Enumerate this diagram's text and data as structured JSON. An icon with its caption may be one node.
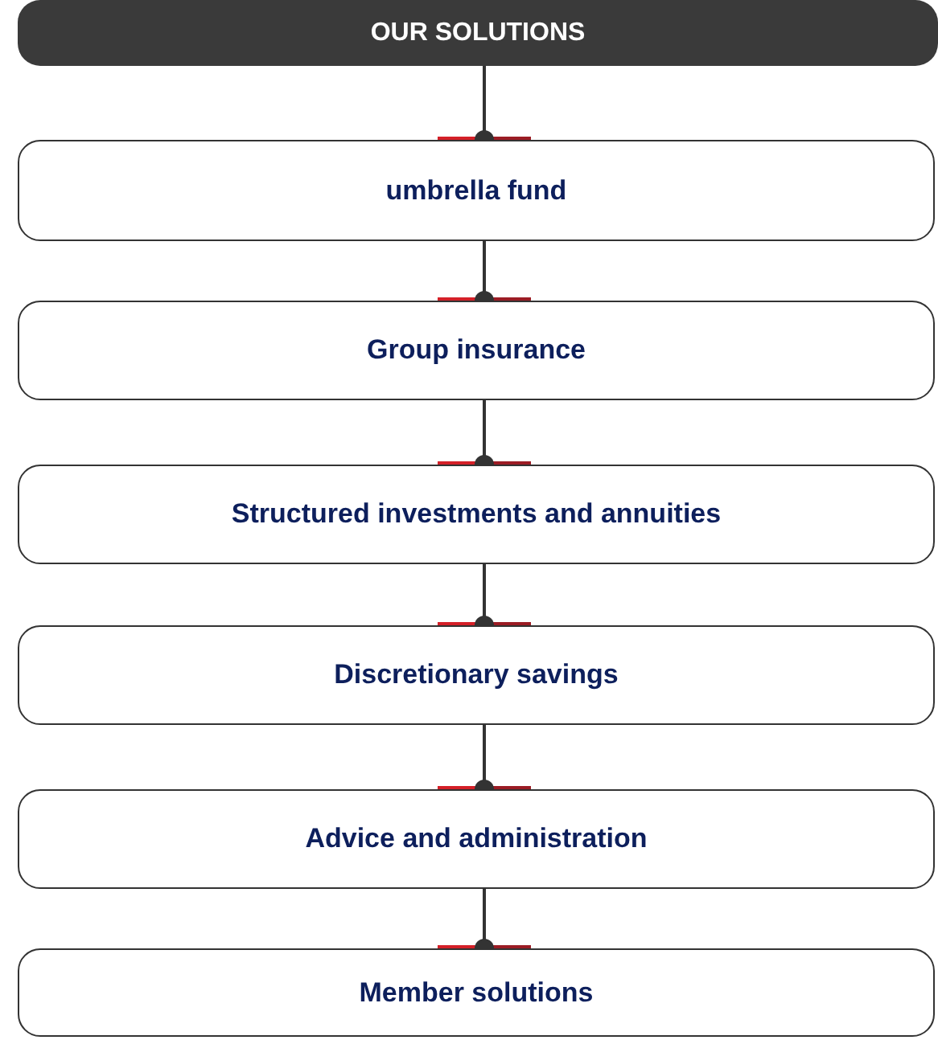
{
  "diagram": {
    "nodes": [
      {
        "text": [
          "OUR SOLUTIONS"
        ]
      },
      {
        "text": [
          "umbrella fund"
        ]
      },
      {
        "text": [
          "Group insurance"
        ]
      },
      {
        "text": [
          "Structured investments and annuities"
        ]
      },
      {
        "text": [
          "Discretionary savings"
        ]
      },
      {
        "text": [
          "Advice and administration"
        ]
      },
      {
        "text": [
          "Member solutions"
        ]
      }
    ],
    "edges": [
      {
        "from": 0,
        "to": 1,
        "arrow": "other"
      },
      {
        "from": 1,
        "to": 2,
        "arrow": "other"
      },
      {
        "from": 2,
        "to": 3,
        "arrow": "other"
      },
      {
        "from": 3,
        "to": 4,
        "arrow": "other"
      },
      {
        "from": 4,
        "to": 5,
        "arrow": "other"
      },
      {
        "from": 5,
        "to": 6,
        "arrow": "other"
      }
    ]
  }
}
